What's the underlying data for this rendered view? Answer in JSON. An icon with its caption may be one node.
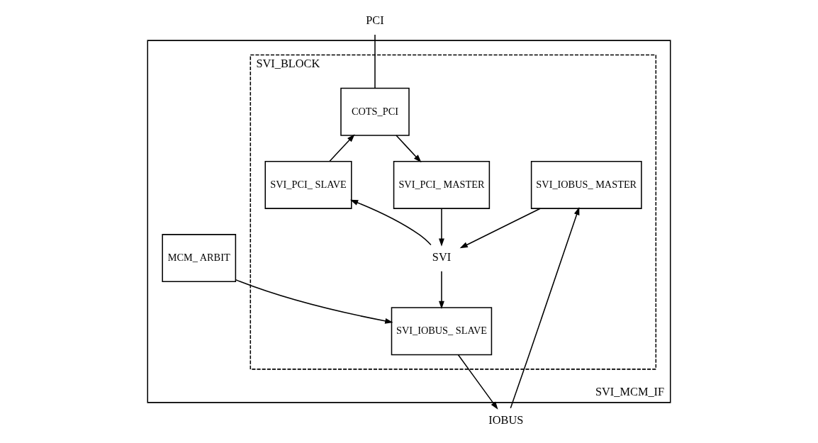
{
  "diagram": {
    "nodes": [
      {
        "text": [
          "SVI_MCM_IF"
        ]
      },
      {
        "text": [
          "SVI_BLOCK"
        ],
        "in": 0
      },
      {
        "text": [
          "COTS_PCI"
        ],
        "in": 1
      },
      {
        "text": [
          "SVI_PCI_ MASTER"
        ],
        "in": 1
      },
      {
        "text": [
          "SVI_PCI_ SLAVE"
        ],
        "in": 1
      },
      {
        "text": [
          "SVI"
        ],
        "in": 1
      },
      {
        "text": [
          "SVI_IOBUS_ SLAVE"
        ],
        "in": 1
      },
      {
        "text": [
          "SVI_IOBUS_ MASTER"
        ],
        "in": 1
      },
      {
        "text": [
          "MCM_ ARBIT"
        ],
        "in": 0
      },
      {
        "text": [
          "PCI"
        ]
      },
      {
        "text": [
          "IOBUS"
        ]
      }
    ],
    "edges": [
      {
        "from": 9,
        "to": 2,
        "arrow": "none"
      },
      {
        "from": 2,
        "to": 3,
        "arrow": "to"
      },
      {
        "from": 4,
        "to": 2,
        "arrow": "to"
      },
      {
        "from": 3,
        "to": 5,
        "arrow": "to"
      },
      {
        "from": 5,
        "to": 4,
        "arrow": "to"
      },
      {
        "from": 5,
        "to": 6,
        "arrow": "to"
      },
      {
        "from": 7,
        "to": 5,
        "arrow": "to"
      },
      {
        "from": 8,
        "to": 6,
        "arrow": "to"
      },
      {
        "from": 6,
        "to": 10,
        "arrow": "to"
      },
      {
        "from": 10,
        "to": 7,
        "arrow": "to"
      }
    ]
  }
}
